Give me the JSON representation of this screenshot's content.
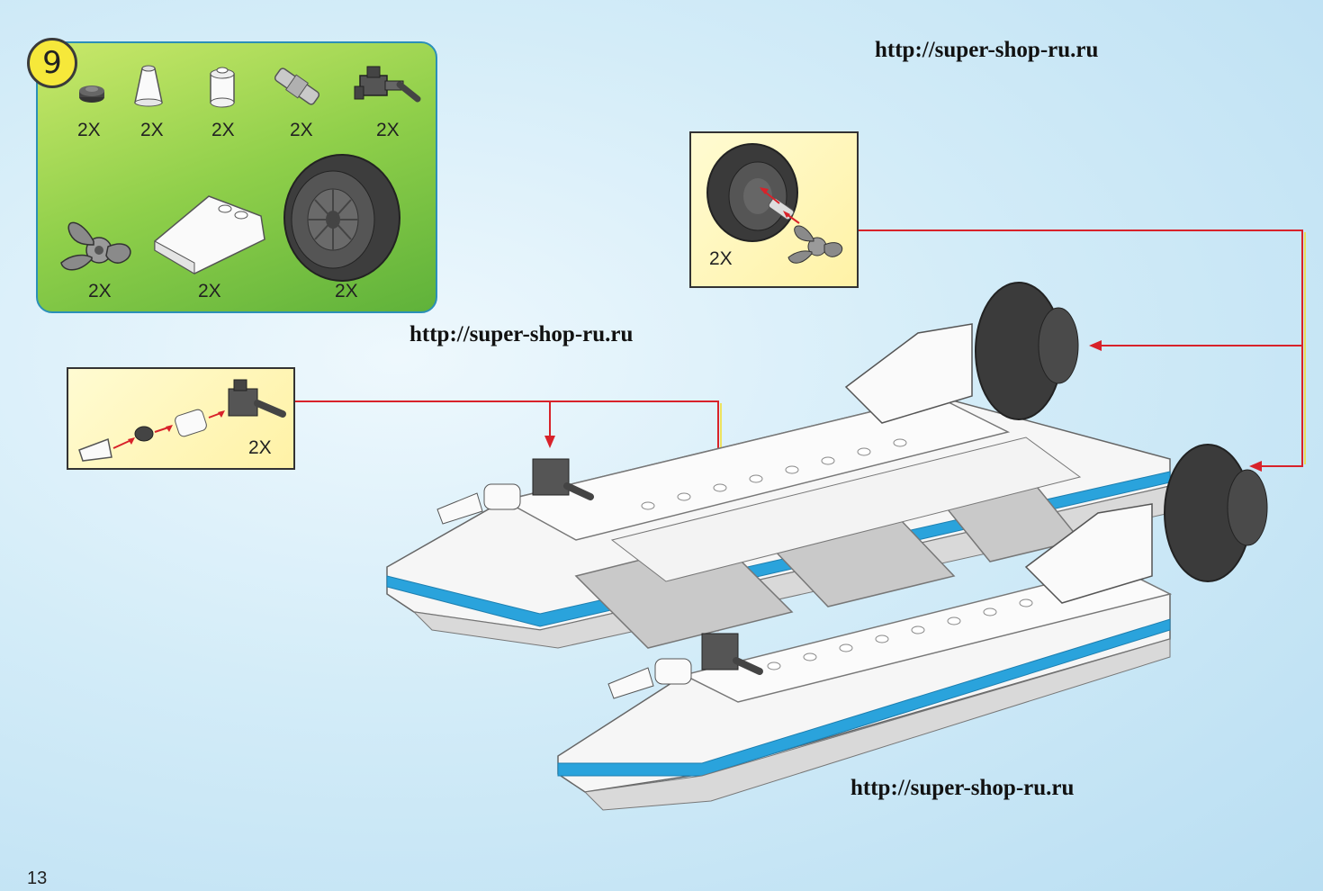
{
  "step": {
    "number": "9"
  },
  "parts": [
    {
      "name": "round-plate-1x1-dark-gray",
      "qty": "2X"
    },
    {
      "name": "cone-1x1-white",
      "qty": "2X"
    },
    {
      "name": "round-brick-1x1-white",
      "qty": "2X"
    },
    {
      "name": "axle-connector-gray",
      "qty": "2X"
    },
    {
      "name": "bracket-dark-gray",
      "qty": "2X"
    },
    {
      "name": "propeller-gray",
      "qty": "2X"
    },
    {
      "name": "slope-brick-white",
      "qty": "2X"
    },
    {
      "name": "wheel-dark-gray",
      "qty": "2X"
    }
  ],
  "callout_top": {
    "qty": "2X"
  },
  "callout_left": {
    "qty": "2X"
  },
  "watermarks": [
    "http://super-shop-ru.ru",
    "http://super-shop-ru.ru",
    "http://super-shop-ru.ru"
  ],
  "page_number": "13",
  "colors": {
    "panel_green": "#8fcf4a",
    "callout_yellow": "#fff2a6",
    "arrow_red": "#d8222a",
    "brick_white": "#f4f4f4",
    "stripe_blue": "#2aa3dc",
    "dark_gray": "#4a4a4a"
  }
}
